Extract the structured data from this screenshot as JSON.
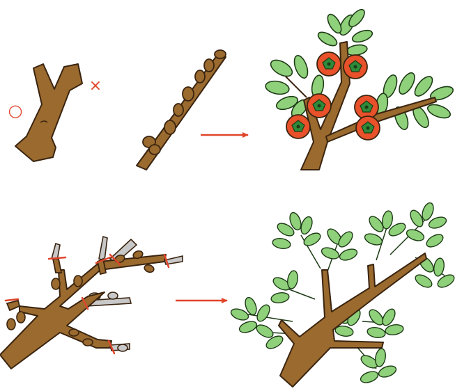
{
  "diagram": {
    "symbols": {
      "good_mark": "○",
      "bad_mark": "×"
    },
    "colors": {
      "branch": "#9a6a2e",
      "branch_outline": "#3a2410",
      "leaf": "#8fd07a",
      "leaf_outline": "#1d3b16",
      "fruit": "#e8512a",
      "fruit_calyx": "#2f8a3a",
      "arrow": "#e0452a",
      "cut_mark": "#e0452a",
      "pruned": "#c8c8c8"
    },
    "panels": [
      {
        "name": "pruning-cut-comparison"
      },
      {
        "name": "fruiting-shoot-before"
      },
      {
        "name": "fruiting-shoot-after"
      },
      {
        "name": "branch-pruning-before"
      },
      {
        "name": "branch-pruning-after"
      }
    ],
    "arrows": [
      {
        "from": "fruiting-shoot-before",
        "to": "fruiting-shoot-after"
      },
      {
        "from": "branch-pruning-before",
        "to": "branch-pruning-after"
      }
    ]
  }
}
